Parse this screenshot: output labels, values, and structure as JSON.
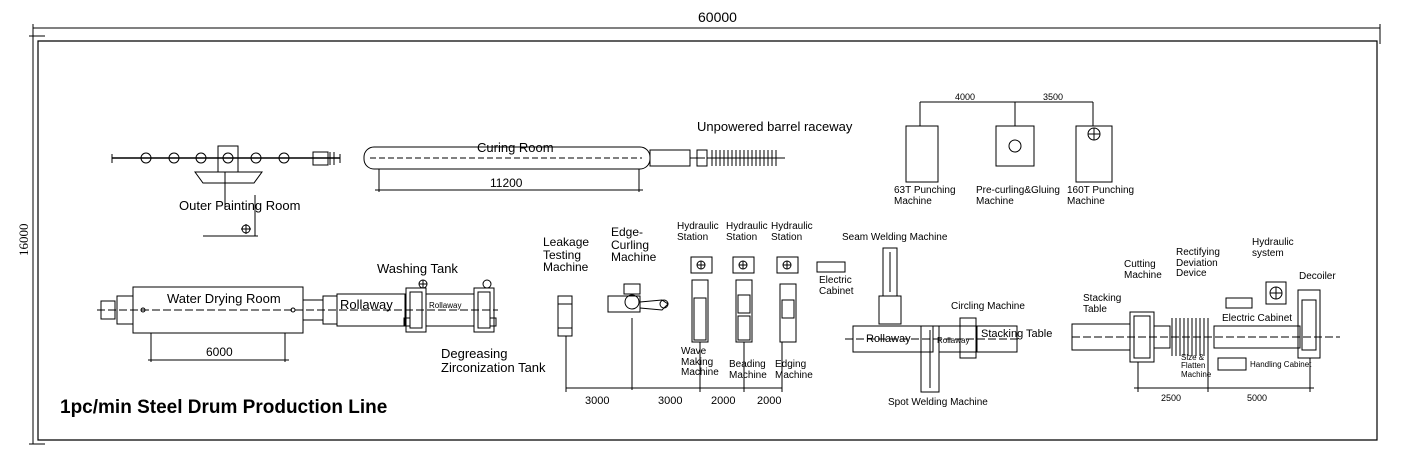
{
  "diagram": {
    "title": "1pc/min Steel Drum Production Line",
    "overall_width": "60000",
    "overall_height": "16000",
    "labels": {
      "curing_room": "Curing Room",
      "curing_room_dim": "11200",
      "unpowered_raceway": "Unpowered barrel raceway",
      "outer_painting_room": "Outer Painting Room",
      "punch_63t": "63T Punching\nMachine",
      "pre_curling": "Pre-curling&Gluing\nMachine",
      "punch_160t": "160T Punching\nMachine",
      "dim_4000": "4000",
      "dim_3500": "3500",
      "water_drying_room": "Water Drying Room",
      "water_drying_dim": "6000",
      "rollaway_1": "Rollaway",
      "rollaway_2": "Rollaway",
      "washing_tank": "Washing Tank",
      "degreasing": "Degreasing\nZirconization Tank",
      "leakage": "Leakage\nTesting\nMachine",
      "edge_curling": "Edge-\nCurling\nMachine",
      "hydraulic_1": "Hydraulic\nStation",
      "hydraulic_2": "Hydraulic\nStation",
      "hydraulic_3": "Hydraulic\nStation",
      "wave_making": "Wave\nMaking\nMachine",
      "beading": "Beading\nMachine",
      "edging": "Edging\nMachine",
      "dim_3000_a": "3000",
      "dim_3000_b": "3000",
      "dim_2000_a": "2000",
      "dim_2000_b": "2000",
      "electric_cabinet_1": "Electric\nCabinet",
      "seam_welding": "Seam Welding Machine",
      "circling": "Circling Machine",
      "rollaway_3": "Rollaway",
      "rollaway_4": "Rollaway",
      "stacking_table_1": "Stacking Table",
      "spot_welding": "Spot Welding Machine",
      "stacking_table_2": "Stacking\nTable",
      "cutting": "Cutting\nMachine",
      "rectifying": "Rectifying\nDeviation\nDevice",
      "hydraulic_system": "Hydraulic\nsystem",
      "decoiler": "Decoiler",
      "electric_cabinet_2": "Electric Cabinet",
      "size_flatten": "Size &\nFlatten\nMachine",
      "handling_cabinet": "Handling Cabinet",
      "dim_2500": "2500",
      "dim_5000": "5000"
    }
  }
}
